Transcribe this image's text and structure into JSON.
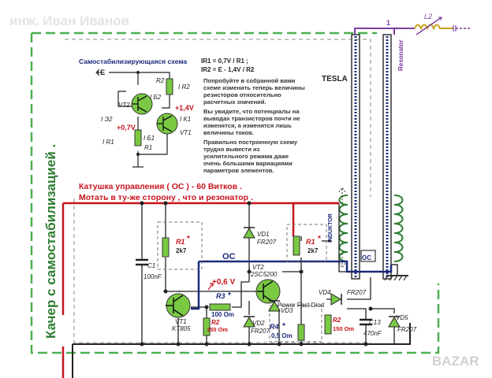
{
  "watermark_top": "инж. Иван Иванов",
  "side_title": "Качер с самостабилизацией .",
  "inset": {
    "title": "Самостабилизирующаяся схема",
    "eq1": "IR1 = 0,7V / R1 ;",
    "eq2": "IR2 = E - 1,4V / R2",
    "note_lines": [
      "Попробуйте в собранной вами",
      "схеме изменить теперь величины",
      "резисторов относительно",
      "расчетных значений.",
      "Вы увидите, что потенциалы на",
      "выводах транзисторов почти не",
      "изменятся, а изменятся лишь",
      "величины токов.",
      "Правильно построенную схему",
      "трудно вывести из",
      "усилительного режима даже",
      "очень большими вариациями",
      "параметров элементов."
    ],
    "supply": "+E",
    "r1": "R1",
    "r2": "R2",
    "i_r1": "I R1",
    "i_r2": "I R2",
    "i_b1": "I Б1",
    "i_b2": "I Б2",
    "i_k1": "I K1",
    "i_e2": "I Э2",
    "vt1": "VT1",
    "vt2": "VT2",
    "v14": "+1,4V",
    "v07": "+0,7V"
  },
  "coil_text": {
    "line1": "Катушка управления ( ОС ) - 60 Витков .",
    "line2": "Мотать в ту-же сторону , что и резонатор ."
  },
  "tesla": "TESLA",
  "resonator": "Resonator",
  "l2": "L2",
  "node1": "1",
  "induktor": "INDUKTOR",
  "oc": "ОС",
  "oc_small": "ОС",
  "c1": {
    "name": "C1",
    "value": "100nF"
  },
  "r1a": {
    "name": "R1",
    "star": "*",
    "value": "2k7"
  },
  "r1b": {
    "name": "R1",
    "star": "*",
    "value": "2k7"
  },
  "vd1": {
    "name": "VD1",
    "value": "FR207"
  },
  "vt2": {
    "name": "VT2",
    "value": "2SC5200"
  },
  "v06": "+0,6 V",
  "r3": {
    "name": "R3",
    "star": "*",
    "value": "100 Om"
  },
  "vt1": {
    "name": "VT1",
    "value": "KT805"
  },
  "r2a": {
    "name": "R2",
    "value": "150 Om"
  },
  "vd2": {
    "name": "VD2",
    "value": "FR207"
  },
  "vd3": {
    "name": "VD3",
    "label": "Power Fast Diod"
  },
  "r4": {
    "name": "R4",
    "star": "*",
    "value": "0,5 Om"
  },
  "r2b": {
    "name": "R2",
    "value": "150 Om"
  },
  "vd4": {
    "name": "VD4",
    "value": "FR207"
  },
  "c13": {
    "name": "C13",
    "value": "470nF"
  },
  "vd5": {
    "name": "VD5",
    "value": "FR207"
  },
  "logo": "BAZAR",
  "colors": {
    "red_wire": "#c8141e",
    "blue_wire": "#1a2a7a",
    "green_label": "#2e7d32",
    "green_border": "#4caf50",
    "part_green": "#7ac943",
    "purple": "#7b3fa0",
    "resonator_text": "#7b3fa0"
  }
}
